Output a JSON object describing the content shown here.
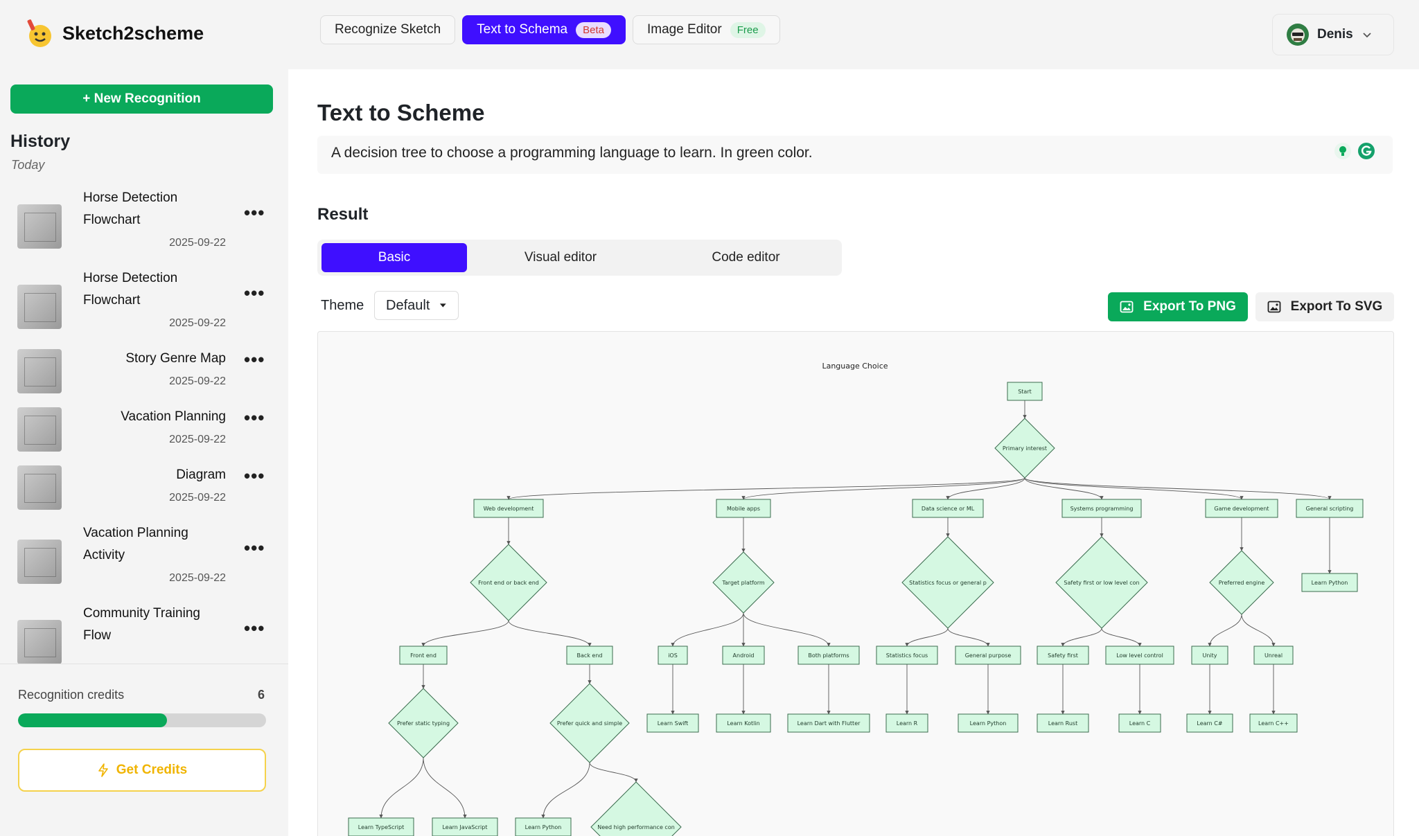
{
  "app": {
    "name": "Sketch2scheme"
  },
  "nav": {
    "tabs": [
      {
        "label": "Recognize Sketch",
        "badge": ""
      },
      {
        "label": "Text to Schema",
        "badge": "Beta"
      },
      {
        "label": "Image Editor",
        "badge": "Free"
      }
    ]
  },
  "user": {
    "name": "Denis"
  },
  "sidebar": {
    "new_label": "+ New Recognition",
    "history_title": "History",
    "group_label": "Today",
    "items": [
      {
        "title": "Horse Detection Flowchart",
        "date": "2025-09-22"
      },
      {
        "title": "Horse Detection Flowchart",
        "date": "2025-09-22"
      },
      {
        "title": "Story Genre Map",
        "date": "2025-09-22"
      },
      {
        "title": "Vacation Planning",
        "date": "2025-09-22"
      },
      {
        "title": "Diagram",
        "date": "2025-09-22"
      },
      {
        "title": "Vacation Planning Activity",
        "date": "2025-09-22"
      },
      {
        "title": "Community Training Flow",
        "date": ""
      }
    ],
    "credits_label": "Recognition credits",
    "credits_value": "6",
    "credits_fraction": 0.6,
    "get_credits_label": "Get Credits"
  },
  "main": {
    "title": "Text to Scheme",
    "prompt": "A decision tree to choose a programming language to learn. In green color.",
    "result_title": "Result",
    "modes": [
      "Basic",
      "Visual editor",
      "Code editor"
    ],
    "theme_label": "Theme",
    "theme_value": "Default",
    "export_png": "Export To PNG",
    "export_svg": "Export To SVG"
  },
  "diagram": {
    "title": "Language Choice",
    "colors": {
      "fill": "#d5f8e2",
      "stroke": "#3a6b4d",
      "edge": "#555555"
    },
    "nodes": [
      {
        "label": "Start",
        "shape": "rect"
      },
      {
        "label": "Primary interest",
        "shape": "diamond"
      },
      {
        "label": "Web development",
        "shape": "rect"
      },
      {
        "label": "Mobile apps",
        "shape": "rect"
      },
      {
        "label": "Data science or ML",
        "shape": "rect"
      },
      {
        "label": "Systems programming",
        "shape": "rect"
      },
      {
        "label": "Game development",
        "shape": "rect"
      },
      {
        "label": "General scripting",
        "shape": "rect"
      },
      {
        "label": "Front end or back end",
        "shape": "diamond"
      },
      {
        "label": "Target platform",
        "shape": "diamond"
      },
      {
        "label": "Statistics focus or general p",
        "shape": "diamond"
      },
      {
        "label": "Safety first or low level con",
        "shape": "diamond"
      },
      {
        "label": "Preferred engine",
        "shape": "diamond"
      },
      {
        "label": "Learn Python",
        "shape": "rect"
      },
      {
        "label": "Front end",
        "shape": "rect"
      },
      {
        "label": "Back end",
        "shape": "rect"
      },
      {
        "label": "iOS",
        "shape": "rect"
      },
      {
        "label": "Android",
        "shape": "rect"
      },
      {
        "label": "Both platforms",
        "shape": "rect"
      },
      {
        "label": "Statistics focus",
        "shape": "rect"
      },
      {
        "label": "General purpose",
        "shape": "rect"
      },
      {
        "label": "Safety first",
        "shape": "rect"
      },
      {
        "label": "Low level control",
        "shape": "rect"
      },
      {
        "label": "Unity",
        "shape": "rect"
      },
      {
        "label": "Unreal",
        "shape": "rect"
      },
      {
        "label": "Prefer static typing",
        "shape": "diamond"
      },
      {
        "label": "Prefer quick and simple",
        "shape": "diamond"
      },
      {
        "label": "Learn Swift",
        "shape": "rect"
      },
      {
        "label": "Learn Kotlin",
        "shape": "rect"
      },
      {
        "label": "Learn Dart with Flutter",
        "shape": "rect"
      },
      {
        "label": "Learn R",
        "shape": "rect"
      },
      {
        "label": "Learn Python",
        "shape": "rect"
      },
      {
        "label": "Learn Rust",
        "shape": "rect"
      },
      {
        "label": "Learn C",
        "shape": "rect"
      },
      {
        "label": "Learn C#",
        "shape": "rect"
      },
      {
        "label": "Learn C++",
        "shape": "rect"
      },
      {
        "label": "Learn TypeScript",
        "shape": "rect"
      },
      {
        "label": "Learn JavaScript",
        "shape": "rect"
      },
      {
        "label": "Learn Python",
        "shape": "rect"
      },
      {
        "label": "Need high performance con",
        "shape": "diamond"
      }
    ],
    "edges": [
      [
        0,
        1
      ],
      [
        1,
        2
      ],
      [
        1,
        3
      ],
      [
        1,
        4
      ],
      [
        1,
        5
      ],
      [
        1,
        6
      ],
      [
        1,
        7
      ],
      [
        2,
        8
      ],
      [
        3,
        9
      ],
      [
        4,
        10
      ],
      [
        5,
        11
      ],
      [
        6,
        12
      ],
      [
        7,
        13
      ],
      [
        8,
        14
      ],
      [
        8,
        15
      ],
      [
        9,
        16
      ],
      [
        9,
        17
      ],
      [
        9,
        18
      ],
      [
        10,
        19
      ],
      [
        10,
        20
      ],
      [
        11,
        21
      ],
      [
        11,
        22
      ],
      [
        12,
        23
      ],
      [
        12,
        24
      ],
      [
        14,
        25
      ],
      [
        15,
        26
      ],
      [
        16,
        27
      ],
      [
        17,
        28
      ],
      [
        18,
        29
      ],
      [
        19,
        30
      ],
      [
        20,
        31
      ],
      [
        21,
        32
      ],
      [
        22,
        33
      ],
      [
        23,
        34
      ],
      [
        24,
        35
      ],
      [
        25,
        36
      ],
      [
        25,
        37
      ],
      [
        26,
        38
      ],
      [
        26,
        39
      ]
    ]
  }
}
